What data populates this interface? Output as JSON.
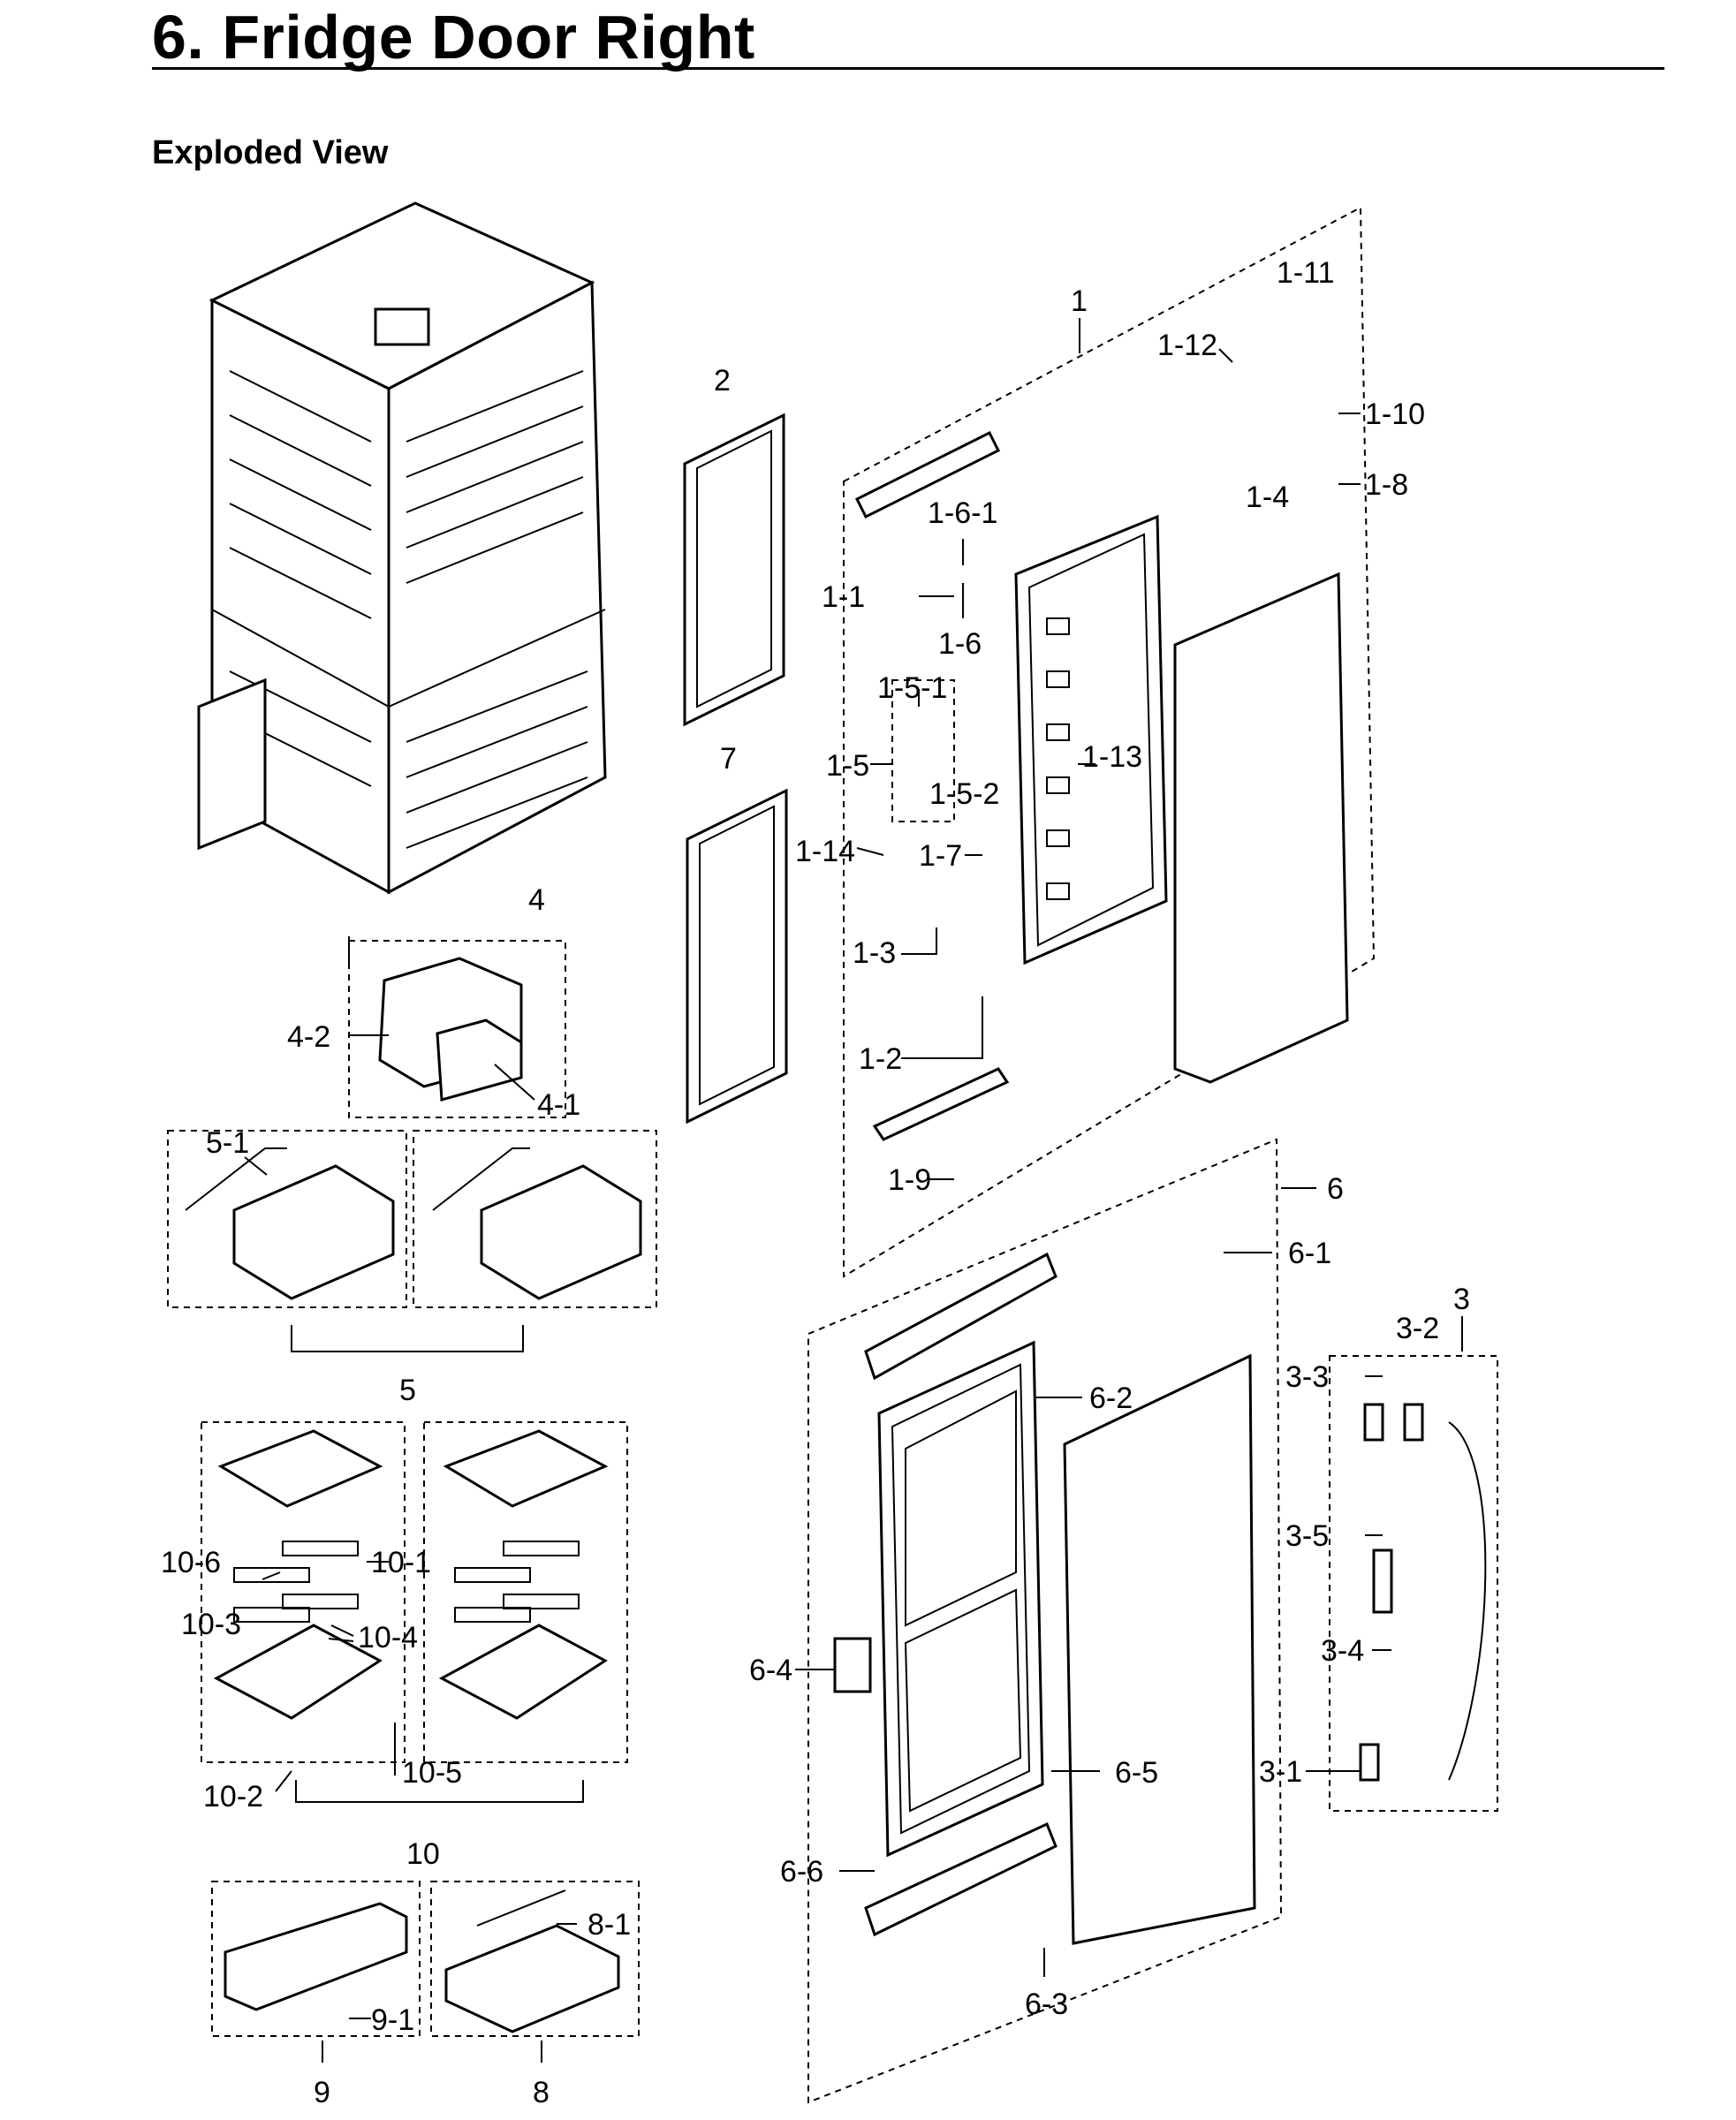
{
  "header": {
    "title": "6.  Fridge Door Right",
    "subtitle": "Exploded View"
  },
  "callouts": {
    "c1": "1",
    "c1_1": "1-1",
    "c1_2": "1-2",
    "c1_3": "1-3",
    "c1_4": "1-4",
    "c1_5": "1-5",
    "c1_5_1": "1-5-1",
    "c1_5_2": "1-5-2",
    "c1_6": "1-6",
    "c1_6_1": "1-6-1",
    "c1_7": "1-7",
    "c1_8": "1-8",
    "c1_9": "1-9",
    "c1_10": "1-10",
    "c1_11": "1-11",
    "c1_12": "1-12",
    "c1_13": "1-13",
    "c1_14": "1-14",
    "c2": "2",
    "c7": "7",
    "c3": "3",
    "c3_1": "3-1",
    "c3_2": "3-2",
    "c3_3": "3-3",
    "c3_4": "3-4",
    "c3_5": "3-5",
    "c4": "4",
    "c4_1": "4-1",
    "c4_2": "4-2",
    "c5": "5",
    "c5_1": "5-1",
    "c6": "6",
    "c6_1": "6-1",
    "c6_2": "6-2",
    "c6_3": "6-3",
    "c6_4": "6-4",
    "c6_5": "6-5",
    "c6_6": "6-6",
    "c8": "8",
    "c8_1": "8-1",
    "c9": "9",
    "c9_1": "9-1",
    "c10": "10",
    "c10_1": "10-1",
    "c10_2": "10-2",
    "c10_3": "10-3",
    "c10_4": "10-4",
    "c10_5": "10-5",
    "c10_6": "10-6"
  }
}
